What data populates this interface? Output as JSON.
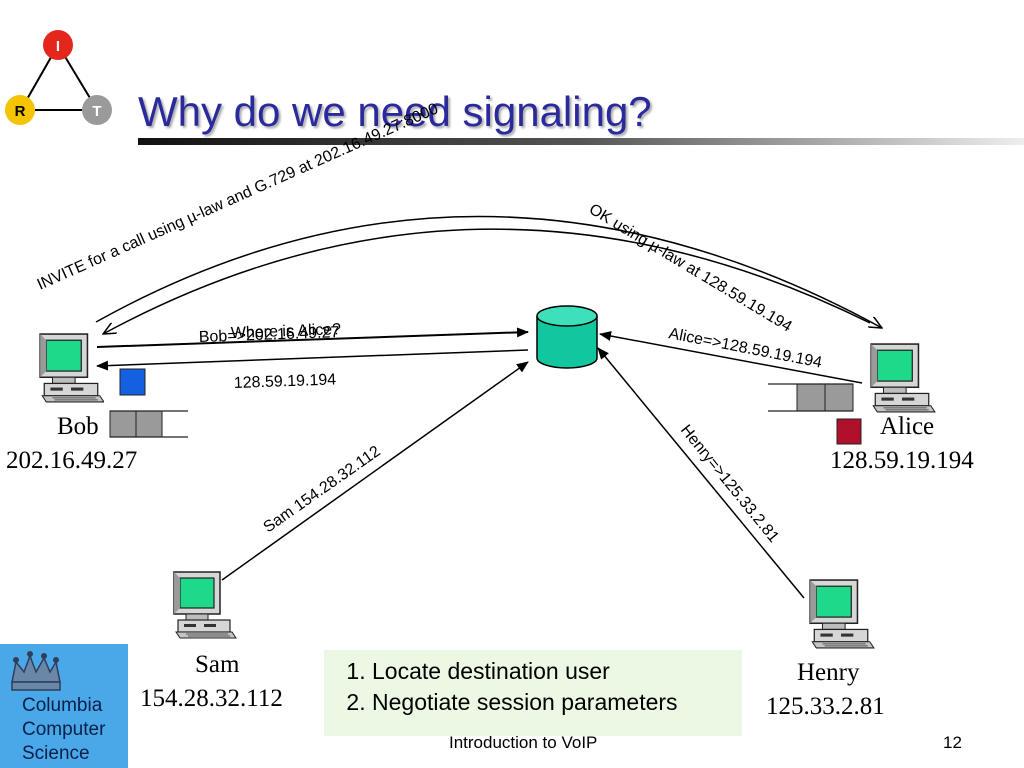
{
  "slide": {
    "title": "Why do we need signaling?",
    "footer": "Introduction to VoIP",
    "page_number": "12"
  },
  "rit_logo": {
    "letters": [
      "I",
      "R",
      "T"
    ],
    "colors": {
      "I": "#e4261c",
      "R": "#f5c400",
      "T": "#9a9a9a"
    }
  },
  "org_logo": {
    "lines": [
      "Columbia",
      "Computer",
      "Science"
    ],
    "background": "#4aa8e8"
  },
  "nodes": {
    "bob": {
      "name": "Bob",
      "ip": "202.16.49.27"
    },
    "alice": {
      "name": "Alice",
      "ip": "128.59.19.194"
    },
    "sam": {
      "name": "Sam",
      "ip": "154.28.32.112"
    },
    "henry": {
      "name": "Henry",
      "ip": "125.33.2.81"
    }
  },
  "messages": {
    "invite": "INVITE for a call using µ-law and G.729 at 202.16.49.27:8000",
    "ok": "OK using µ-law at 128.59.19.194",
    "bob_register": "Bob=>202.16.49.27",
    "bob_query": "Where is Alice?",
    "server_reply": "128.59.19.194",
    "alice_register": "Alice=>128.59.19.194",
    "sam_register": "Sam 154.28.32.112",
    "henry_register": "Henry=>125.33.2.81"
  },
  "steps": [
    "Locate destination user",
    "Negotiate session parameters"
  ],
  "colors": {
    "title": "#2a2a9c",
    "server": "#12c7a0",
    "screen": "#1fd98a",
    "bob_packet": "#1560e0",
    "alice_packet": "#b0102a",
    "steps_bg": "#eaf8e4"
  }
}
